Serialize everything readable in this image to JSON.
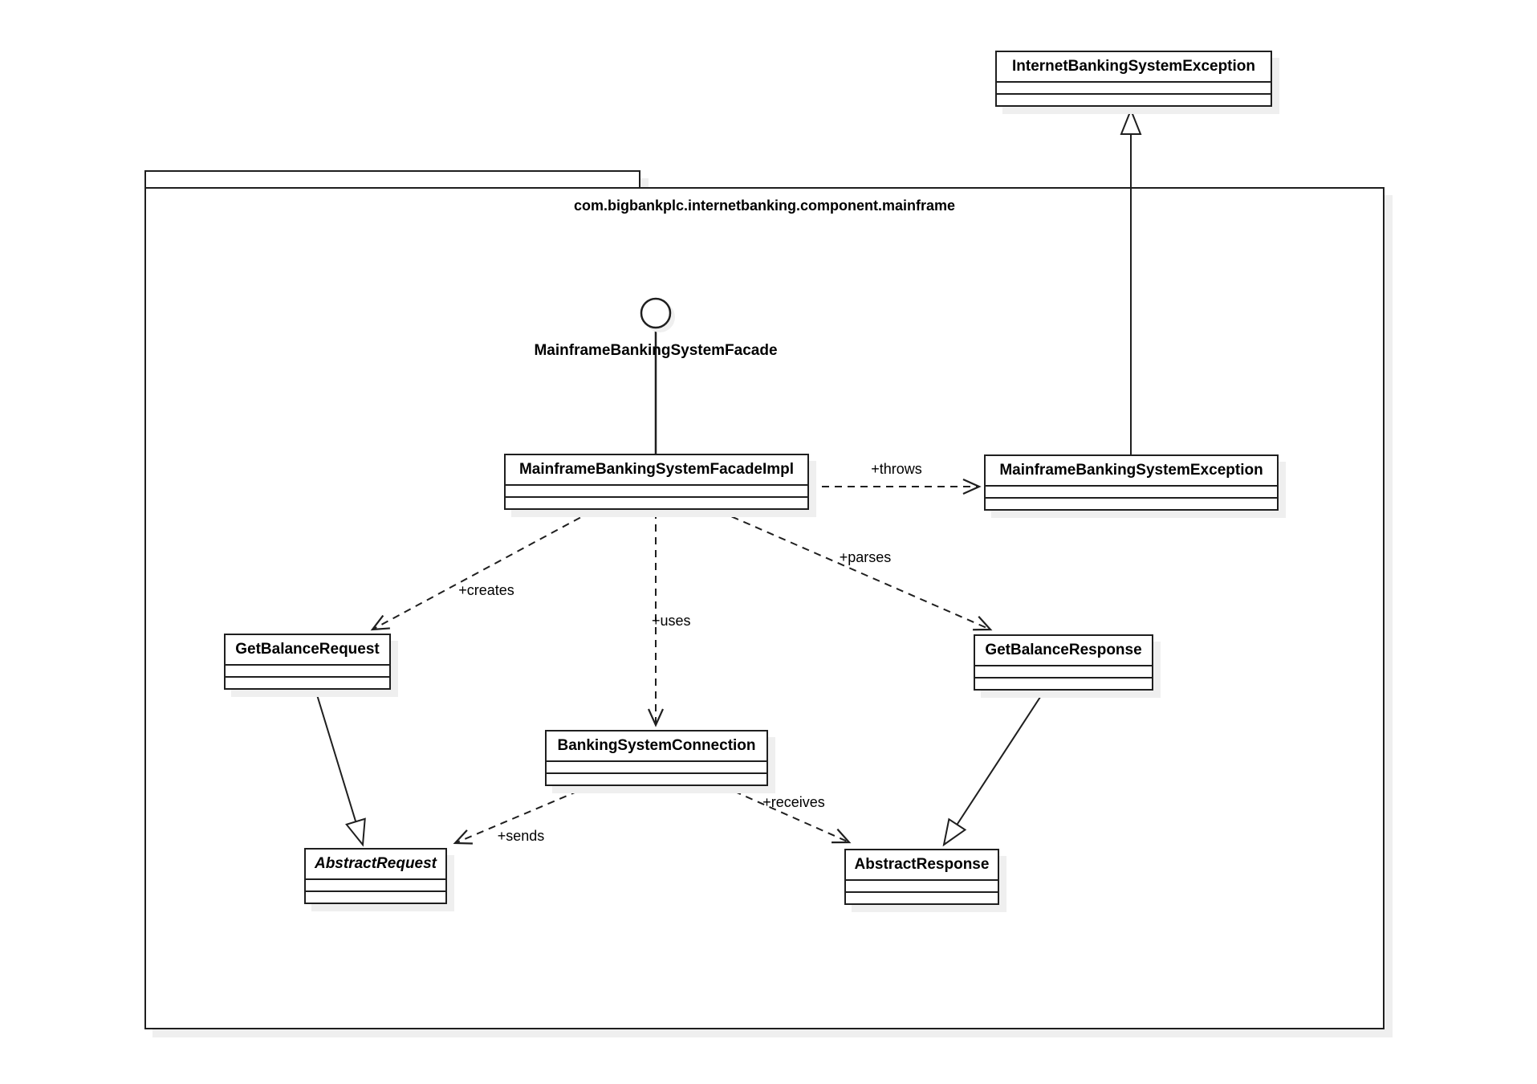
{
  "package": {
    "name": "com.bigbankplc.internetbanking.component.mainframe"
  },
  "interface": {
    "label": "MainframeBankingSystemFacade"
  },
  "classes": {
    "internetBankingSystemException": {
      "name": "InternetBankingSystemException"
    },
    "mainframeBankingSystemFacadeImpl": {
      "name": "MainframeBankingSystemFacadeImpl"
    },
    "mainframeBankingSystemException": {
      "name": "MainframeBankingSystemException"
    },
    "getBalanceRequest": {
      "name": "GetBalanceRequest"
    },
    "getBalanceResponse": {
      "name": "GetBalanceResponse"
    },
    "bankingSystemConnection": {
      "name": "BankingSystemConnection"
    },
    "abstractRequest": {
      "name": "AbstractRequest"
    },
    "abstractResponse": {
      "name": "AbstractResponse"
    }
  },
  "relationships": {
    "throws": {
      "label": "+throws"
    },
    "creates": {
      "label": "+creates"
    },
    "uses": {
      "label": "+uses"
    },
    "parses": {
      "label": "+parses"
    },
    "sends": {
      "label": "+sends"
    },
    "receives": {
      "label": "+receives"
    }
  },
  "colors": {
    "stroke": "#1f1f1f",
    "shadow": "#efefef",
    "background": "#ffffff"
  }
}
